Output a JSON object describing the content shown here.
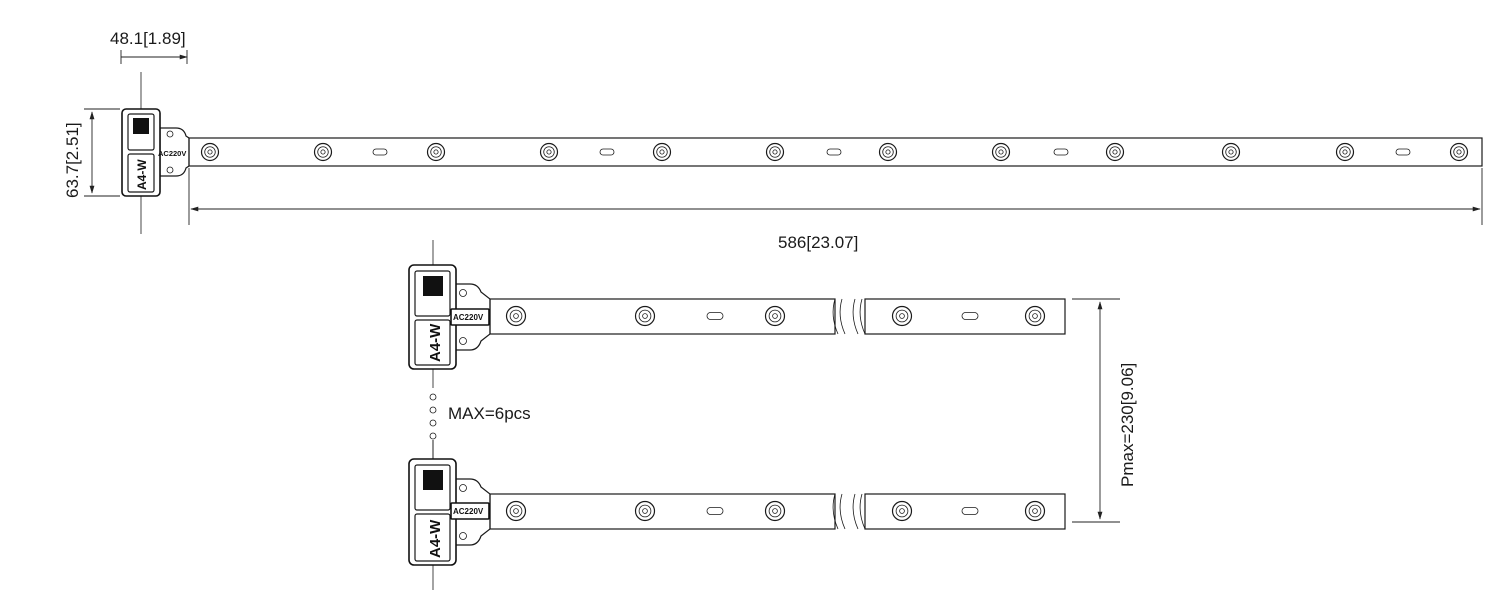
{
  "dimensions": {
    "width_label": "48.1[1.89]",
    "height_label": "63.7[2.51]",
    "length_label": "586[23.07]",
    "pitch_label": "Pmax=230[9.06]"
  },
  "module": {
    "model_label": "A4-W",
    "voltage_label": "AC220V"
  },
  "chain": {
    "max_label": "MAX=6pcs"
  }
}
